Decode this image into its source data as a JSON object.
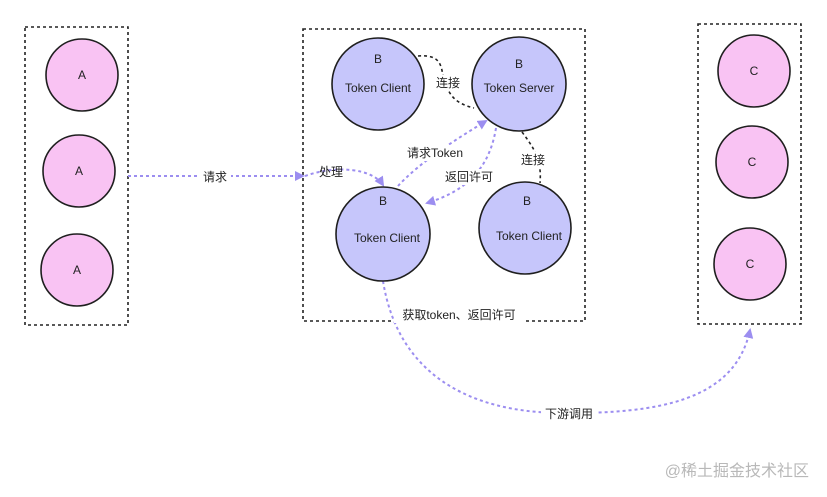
{
  "colors": {
    "a_fill": "#f9c3f3",
    "b_fill": "#c6c6fb",
    "c_fill": "#f9c3f3",
    "node_stroke": "#1f1f1f",
    "arrow": "#9c8ef0",
    "dashed_border": "#222222",
    "watermark": "#b8b8b8"
  },
  "nodes": {
    "a1": {
      "line1": "A"
    },
    "a2": {
      "line1": "A"
    },
    "a3": {
      "line1": "A"
    },
    "b_client_top": {
      "line1": "B",
      "line2": "Token Client"
    },
    "b_server": {
      "line1": "B",
      "line2": "Token Server"
    },
    "b_client_mid": {
      "line1": "B",
      "line2": "Token Client"
    },
    "b_client_right": {
      "line1": "B",
      "line2": "Token Client"
    },
    "c1": {
      "line1": "C"
    },
    "c2": {
      "line1": "C"
    },
    "c3": {
      "line1": "C"
    }
  },
  "edges": {
    "request": "请求",
    "handle": "处理",
    "request_token": "请求Token",
    "return_permit": "返回许可",
    "connect_top": "连接",
    "connect_right": "连接",
    "get_token": "获取token、返回许可",
    "downstream": "下游调用"
  },
  "watermark": "@稀土掘金技术社区"
}
